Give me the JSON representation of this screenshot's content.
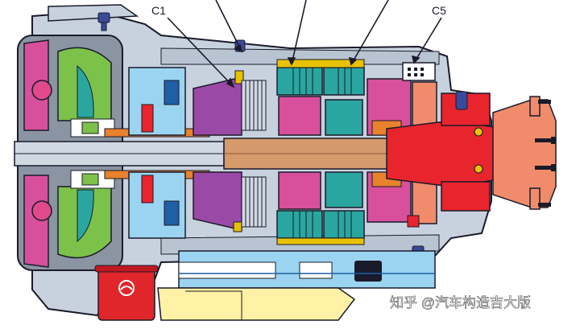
{
  "callouts": {
    "c1": "C1",
    "c5": "C5"
  },
  "watermark": "知乎 @汽车构造吉大版",
  "colors": {
    "housing": "#c7d2de",
    "housing_dark": "#9aa8b8",
    "outline": "#1a1a2a",
    "converter_green": "#7cc24a",
    "converter_pink": "#e04a8c",
    "shaft_tan": "#d59a6c",
    "output_red": "#e8242c",
    "output_salmon": "#f08c6c",
    "clutch_purple": "#9a4aa6",
    "magenta": "#d8509c",
    "planet_teal": "#2aa6a0",
    "gold": "#e8c200",
    "sky_blue": "#9bd4f0",
    "oil_blue": "#1f5fa6",
    "filter_red": "#e0262a",
    "pan_yellow": "#fff2a6"
  }
}
